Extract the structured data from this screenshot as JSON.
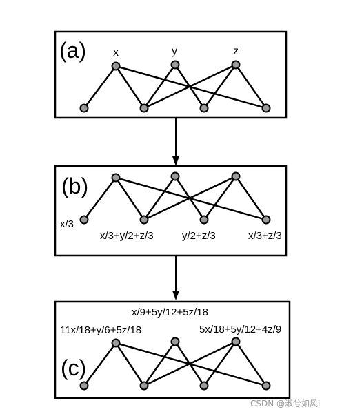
{
  "panels": [
    {
      "label": "(a)",
      "variables": [
        "x",
        "y",
        "z"
      ]
    },
    {
      "label": "(b)",
      "bottom_values": [
        "x/3",
        "x/3+y/2+z/3",
        "y/2+z/3",
        "x/3+z/3"
      ]
    },
    {
      "label": "(c)",
      "top_values": [
        "11x/18+y/6+5z/18",
        "x/9+5y/12+5z/18",
        "5x/18+5y/12+4z/9"
      ]
    }
  ],
  "watermark": "CSDN @淑兮如风i",
  "colors": {
    "node_fill": "#9a9a9a",
    "stroke": "#000000",
    "background": "#ffffff"
  }
}
